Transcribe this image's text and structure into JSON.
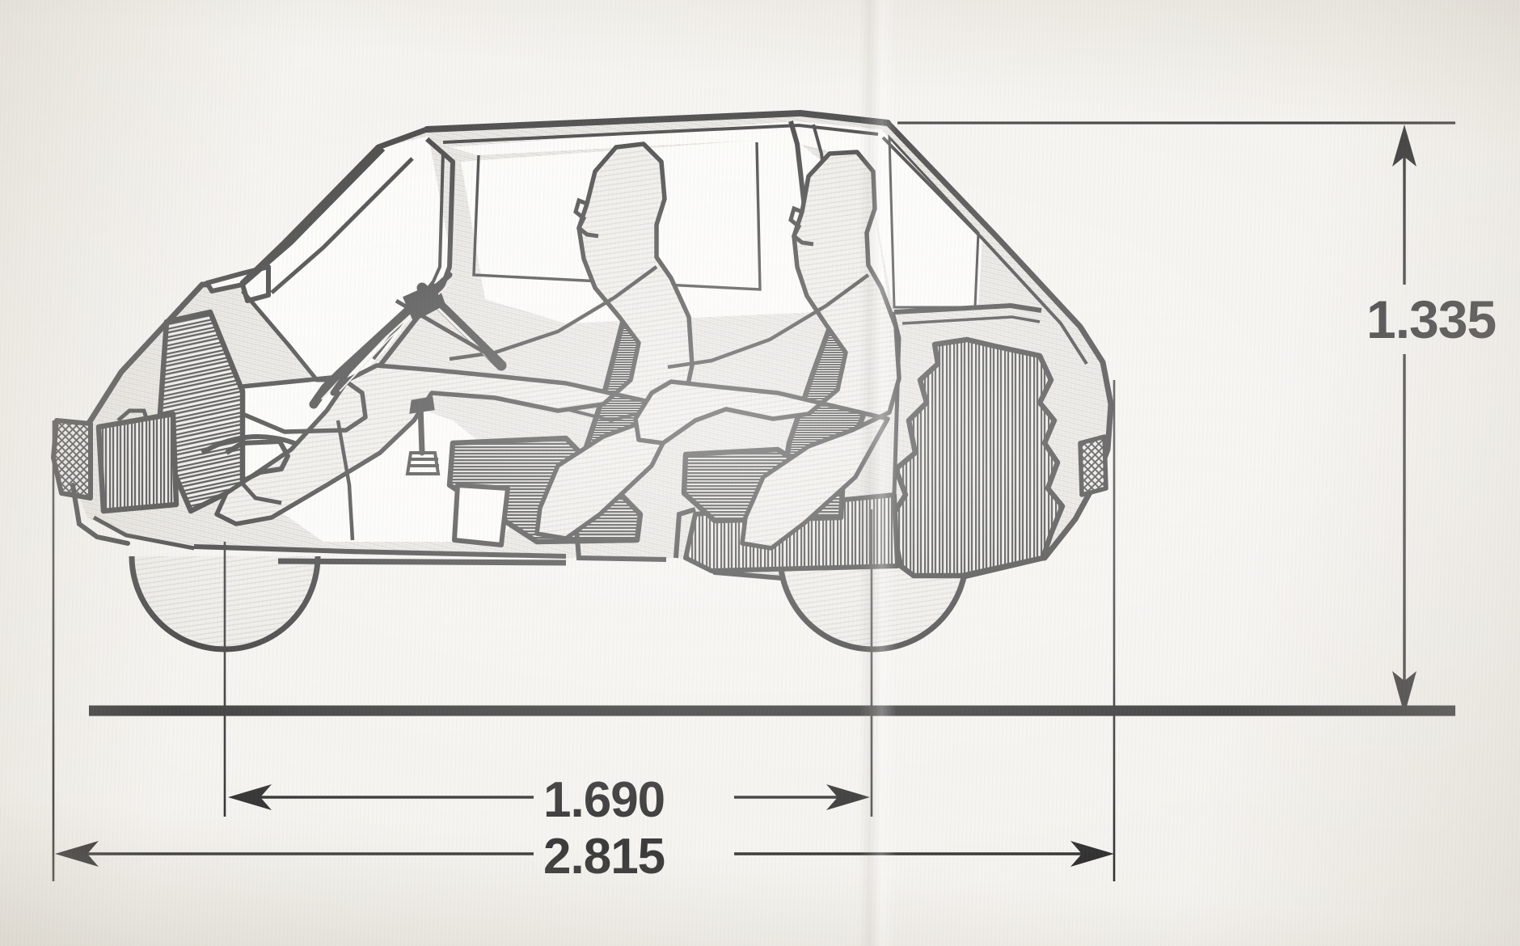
{
  "drawing": {
    "kind": "automotive-package-side-elevation",
    "subject": "two-occupant compact hatchback cutaway side view",
    "sheet_background": "#f3f1ec",
    "ink_color": "#111111",
    "fill_color": "#e8e6e1"
  },
  "dimensions": {
    "height": {
      "label": "1.335",
      "orientation": "vertical",
      "position": "right",
      "unit_implied": "meters",
      "measures": "overall vehicle height from ground line to roof"
    },
    "wheelbase": {
      "label": "1.690",
      "orientation": "horizontal",
      "position": "lower",
      "unit_implied": "meters",
      "measures": "wheelbase, front axle centre to rear axle centre"
    },
    "length": {
      "label": "2.815",
      "orientation": "horizontal",
      "position": "lowest",
      "unit_implied": "meters",
      "measures": "overall vehicle length"
    }
  },
  "features": {
    "ground_line": "ground-reference-line",
    "front_wheel": "front-wheel",
    "rear_wheel": "rear-wheel",
    "driver_figure": "driver-occupant-manikin",
    "passenger_figure": "rear-passenger-occupant-manikin",
    "front_seat": "front-seat-hatched",
    "rear_seat": "rear-seat-hatched",
    "steering_wheel": "steering-wheel",
    "steering_column": "steering-column",
    "gear_lever": "gear-shift-lever",
    "radiator": "radiator-hatched",
    "engine_block": "engine-block-hatched",
    "headlamp": "headlamp-mesh",
    "taillamp": "taillamp-mesh",
    "cargo_area": "rear-cargo-luggage-hatched",
    "spare_wheel_marker": "rear-axle-centre-marker",
    "windshield": "windshield-glass",
    "side_glass": "side-window-glass",
    "roof": "roof-panel",
    "a_pillar": "a-pillar",
    "seatbelt": "seat-belt-strap",
    "pedals": "pedal-assembly"
  }
}
